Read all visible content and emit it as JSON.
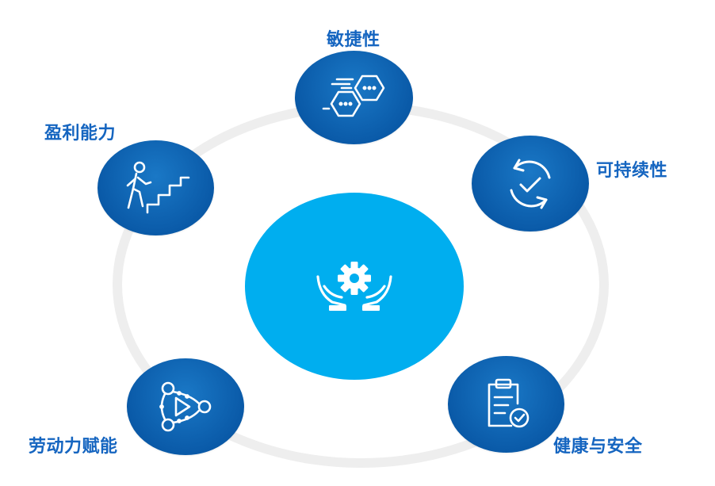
{
  "nodes": {
    "agility": {
      "label": "敏捷性",
      "icon": "hexagon-chat-icon"
    },
    "sustainability": {
      "label": "可持续性",
      "icon": "cycle-check-icon"
    },
    "health_safety": {
      "label": "健康与安全",
      "icon": "clipboard-check-icon"
    },
    "workforce": {
      "label": "劳动力赋能",
      "icon": "team-network-icon"
    },
    "profitability": {
      "label": "盈利能力",
      "icon": "climbing-stairs-icon"
    }
  },
  "center": {
    "icon": "hands-gear-icon"
  },
  "colors": {
    "node_blue": "#0a5aa8",
    "center_blue": "#00aeef",
    "label_blue": "#1565c0",
    "ring_gray": "#eeeeee"
  }
}
